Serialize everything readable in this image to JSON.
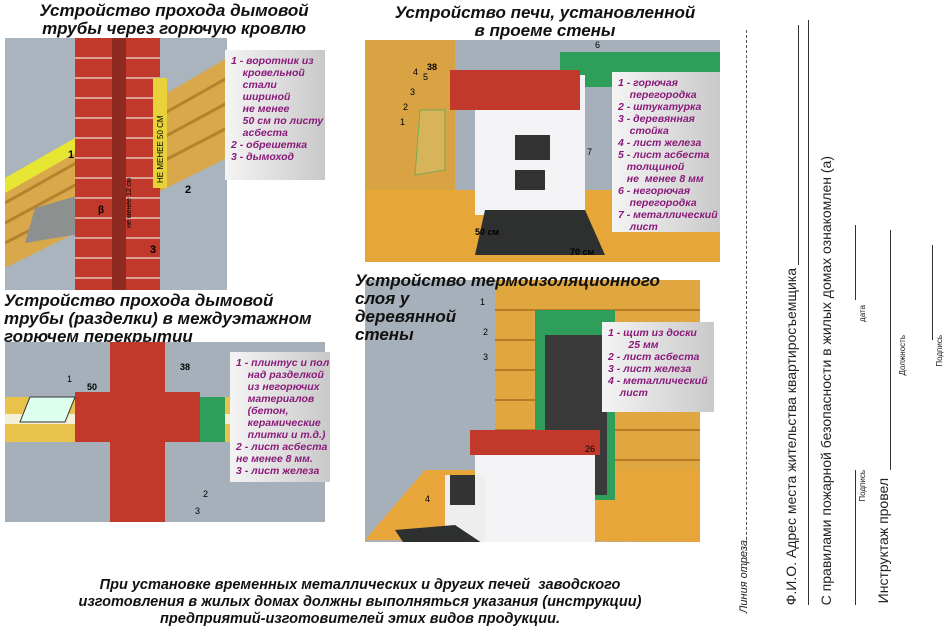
{
  "panel1": {
    "title": "Устройство прохода дымовой\nтрубы через горючую кровлю",
    "legend": [
      "1 - воротник из",
      "    кровельной",
      "    стали",
      "    шириной",
      "    не менее",
      "    50 см по листу",
      "    асбеста",
      "2 - обрешетка",
      "3 - дымоход"
    ],
    "labels": {
      "n1": "1",
      "n2": "2",
      "n3": "3",
      "beta": "β",
      "min50": "НЕ МЕНЕЕ 50 СМ",
      "min12": "не менее 12 см"
    }
  },
  "panel2": {
    "title": "Устройство печи, установленной\nв проеме стены",
    "legend": [
      "1 - горючая",
      "    перегородка",
      "2 - штукатурка",
      "3 - деревянная",
      "    стойка",
      "4 - лист железа",
      "5 - лист асбеста",
      "   толщиной",
      "   не  менее 8 мм",
      "6 - негорючая",
      "    перегородка",
      "7 - металлический",
      "    лист"
    ],
    "labels": {
      "d38": "38",
      "d50": "50 см",
      "d70": "70 см",
      "n1": "1",
      "n2": "2",
      "n3": "3",
      "n4": "4",
      "n5": "5",
      "n6": "6",
      "n7": "7"
    }
  },
  "panel3": {
    "title": "Устройство прохода дымовой\nтрубы (разделки) в междуэтажном\nгорючем перекрытии",
    "legend": [
      "1 - плинтус и пол",
      "    над разделкой",
      "    из негорючих",
      "    материалов",
      "    (бетон,",
      "    керамические",
      "    плитки и т.д.)",
      "2 - лист асбеста",
      "не менее 8 мм.",
      "3 - лист железа"
    ],
    "labels": {
      "d50": "50",
      "d38": "38",
      "n1": "1",
      "n2": "2",
      "n3": "3"
    }
  },
  "panel4": {
    "title": "Устройство термоизоляционного\nслоя у\nдеревянной\nстены",
    "legend": [
      "1 - щит из доски",
      "       25 мм",
      "2 - лист асбеста",
      "3 - лист железа",
      "4 - металлический",
      "    лист"
    ],
    "labels": {
      "n1": "1",
      "n2": "2",
      "n3": "3",
      "n4": "4",
      "d26": "26"
    }
  },
  "footer": "При установке временных металлических и других печей  заводского\nизготовления в жилых домах должны выполняться указания (инструкции)\nпредприятий-изготовителей этих видов продукции.",
  "form": {
    "cut_line": "Линия отреза",
    "fio": "Ф.И.О. Адрес места  жительства квартиросъемщика",
    "rules": "С  правилами пожарной безопасности в жилых домах ознакомлен (а)",
    "signature1": "Подпись",
    "date": "дата",
    "instructor": "Инструктаж провел",
    "position": "Должность",
    "signature2": "Подпись"
  }
}
